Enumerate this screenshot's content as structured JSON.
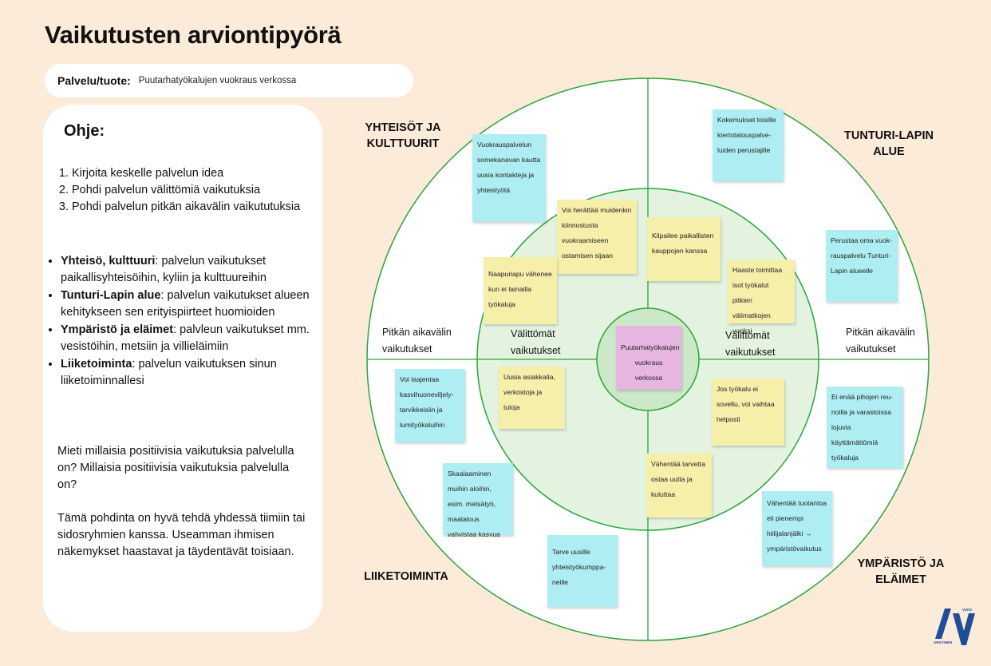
{
  "title": "Vaikutusten arviontipyörä",
  "service": {
    "label": "Palvelu/tuote:",
    "value": "Puutarhatyökalujen vuokraus verkossa"
  },
  "instructions": {
    "title": "Ohje:",
    "steps": [
      "Kirjoita keskelle palvelun idea",
      "Pohdi palvelun välittömiä vaikutuksia",
      "Pohdi palvelun pitkän aikavälin vaikututuksia"
    ],
    "bullets": [
      {
        "term": "Yhteisö, kulttuuri",
        "text": ": palvelun vaikutukset paikallisyhteisöihin, kyliin ja kulttuureihin"
      },
      {
        "term": "Tunturi-Lapin alue",
        "text": ": palvelun vaikutukset alueen kehitykseen sen erityispiirteet huomioiden"
      },
      {
        "term": "Ympäristö ja eläimet",
        "text": ": palvleun vaikutukset mm. vesistöihin, metsiin ja villieläimiin"
      },
      {
        "term": "Liiketoiminta",
        "text": ": palvelun vaikutuksen sinun liiketoiminnallesi"
      }
    ],
    "paragraph1": "Mieti millaisia positiivisia vaikutuksia palvelulla on? Millaisia positiivisia vaikutuksia palvelulla on?",
    "paragraph2": "Tämä pohdinta on hyvä tehdä yhdessä tiimiin tai sidosryhmien kanssa. Useamman ihmisen näkemykset haastavat ja täydentävät toisiaan."
  },
  "wheel": {
    "quadrants": {
      "top_left": "YHTEISÖT JA KULTTUURIT",
      "top_right": "TUNTURI-LAPIN ALUE",
      "bottom_left": "LIIKETOIMINTA",
      "bottom_right": "YMPÄRISTÖ JA ELÄIMET"
    },
    "ring_labels": {
      "long_left": "Pitkän aikavälin vaikutukset",
      "long_right": "Pitkän aikavälin vaikutukset",
      "immediate_left": "Välittömät vaikutukset",
      "immediate_right": "Välittömät vaikutukset"
    },
    "center_note": "Puutarhatyökalujen vuokraus verkossa",
    "colors": {
      "outer_fill": "#ffffff",
      "inner_fill": "#e3f3df",
      "center_fill": "#cde8c8",
      "line": "#2aa53a",
      "blue_note": "#aeeef2",
      "yellow_note": "#f6efaa",
      "pink_note": "#e6b5e0"
    }
  },
  "notes": [
    {
      "text": "Vuokrauspalvelun somekanavan kautta uusia kontakteja ja yhteistyötä",
      "color": "blue"
    },
    {
      "text": "Voi herättää muidenkin kiinnostusta vuokraamiseen ostamisen sijaan",
      "color": "yellow"
    },
    {
      "text": "Naapuriapu vähenee kun ei lainailla työkaluja",
      "color": "yellow"
    },
    {
      "text": "Kokemukset toisille kiertotalouspalve-luiden perustajille",
      "color": "blue"
    },
    {
      "text": "Kilpailee paikallisten kauppojen kanssa",
      "color": "yellow"
    },
    {
      "text": "Haaste toimittaa isot työkalut pitkien välimatkojen vuoksi",
      "color": "yellow"
    },
    {
      "text": "Perustaa oma vuok-rauspalvelu Tunturi-Lapin alueelle",
      "color": "blue"
    },
    {
      "text": "Voi laajentaa kasvihuoneviljely-tarvikkeisiin ja lumityökaluihin",
      "color": "blue"
    },
    {
      "text": "Uusia asiakkaita, verkostoja ja tuloja",
      "color": "yellow"
    },
    {
      "text": "Skaalaaminen muihin aloihin, esim. metsätyö, maatalous vahvistaa kasvua",
      "color": "blue"
    },
    {
      "text": "Tarve uusille yhteistyökumppa-neille",
      "color": "blue"
    },
    {
      "text": "Jos työkalu ei sovellu, voi vaihtaa helposti",
      "color": "yellow"
    },
    {
      "text": "Vähentää tarvetta ostaa uutta ja kuluttaa",
      "color": "yellow"
    },
    {
      "text": "Ei enää pihojen reu-noilla ja varastoissa lojuvia käyttämättömiä työkaluja",
      "color": "blue"
    },
    {
      "text": "Vähentää tuotantoa eli pienempi hiilijalanjälki → ympäristövaikutus",
      "color": "blue"
    }
  ],
  "logo": {
    "mark": "AV",
    "top_text": "VISIO",
    "bottom_text": "ARKTINEN",
    "color": "#1f4e99",
    "icon": "av-logo-icon"
  }
}
